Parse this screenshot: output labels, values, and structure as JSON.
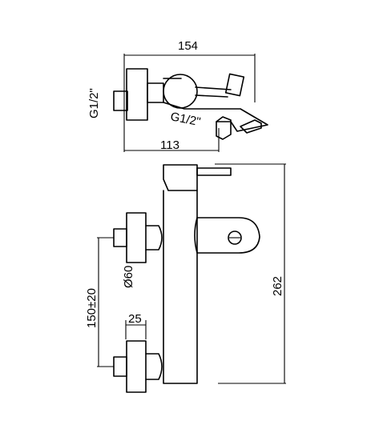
{
  "top_view": {
    "width_label": "154",
    "depth_label": "113",
    "inlet_thread_label": "G1/2\"",
    "outlet_thread_label": "G1/2\""
  },
  "side_view": {
    "height_label": "262",
    "diameter_label": "Ø60",
    "center_distance_label": "150±20",
    "connector_label": "25"
  }
}
